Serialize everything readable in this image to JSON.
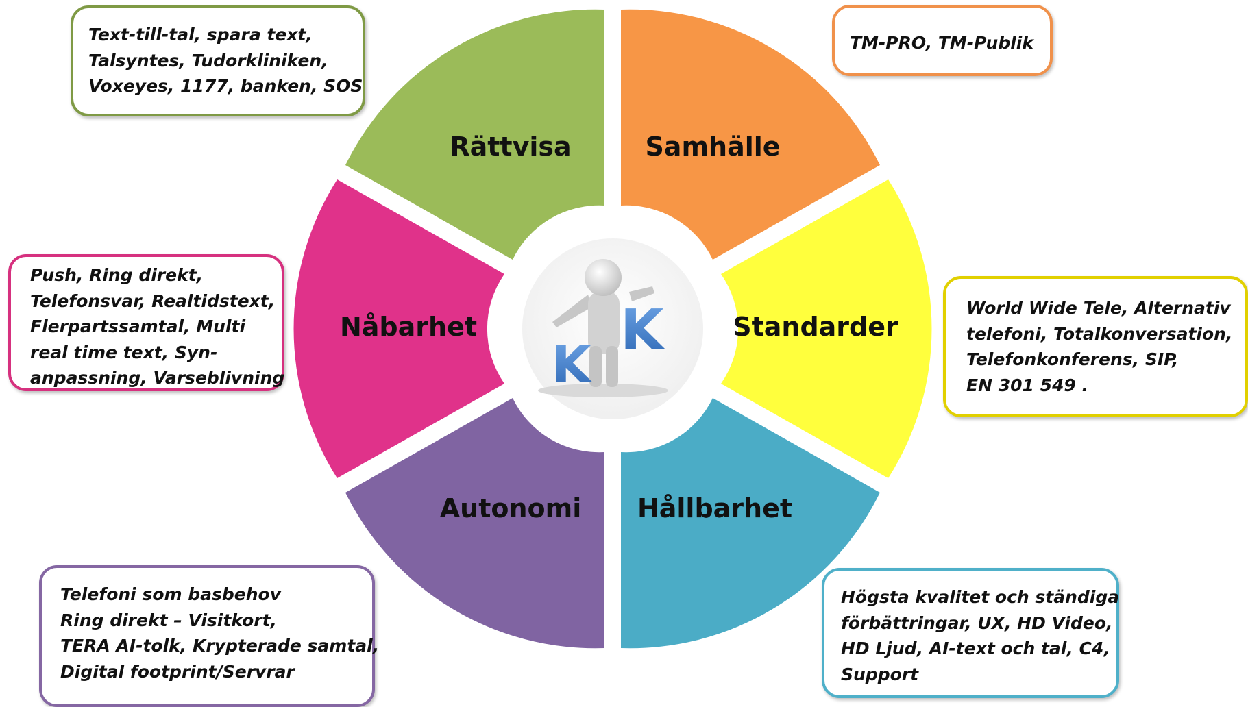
{
  "wheel": {
    "segments": [
      {
        "label": "Rättvisa",
        "color": "#9bbb59"
      },
      {
        "label": "Samhälle",
        "color": "#f79646"
      },
      {
        "label": "Standarder",
        "color": "#ffff3d"
      },
      {
        "label": "Hållbarhet",
        "color": "#4bacc6"
      },
      {
        "label": "Autonomi",
        "color": "#8064a2"
      },
      {
        "label": "Nåbarhet",
        "color": "#e0328a"
      }
    ],
    "center": {
      "logo_letters": [
        "K",
        "K"
      ],
      "logo_color": "#3f7fcf"
    }
  },
  "boxes": {
    "rattvisa": {
      "border_color": "#7f9a45",
      "lines": [
        "Text-till-tal, spara text,",
        "Talsyntes, Tudorkliniken,",
        "Voxeyes, 1177, banken, SOS"
      ]
    },
    "samhalle": {
      "border_color": "#f0914b",
      "lines": [
        "TM-PRO, TM-Publik"
      ]
    },
    "nabarhet": {
      "border_color": "#d6317f",
      "lines": [
        "Push, Ring direkt,",
        "Telefonsvar, Realtidstext,",
        "Flerpartssamtal,  Multi",
        "real time text, Syn-",
        "anpassning, Varseblivning"
      ]
    },
    "standarder": {
      "border_color": "#e1d000",
      "lines": [
        "World Wide Tele, Alternativ",
        "telefoni, Totalkonversation,",
        "Telefonkonferens, SIP,",
        "EN 301 549 ."
      ]
    },
    "autonomi": {
      "border_color": "#8567a3",
      "lines": [
        "Telefoni som basbehov",
        "Ring direkt – Visitkort,",
        "TERA AI-tolk, Krypterade samtal,",
        "Digital footprint/Servrar"
      ]
    },
    "hallbarhet": {
      "border_color": "#4fb0c9",
      "lines": [
        "Högsta kvalitet och ständiga",
        "förbättringar, UX, HD Video,",
        "HD Ljud, AI-text och tal, C4,",
        "Support"
      ]
    }
  }
}
